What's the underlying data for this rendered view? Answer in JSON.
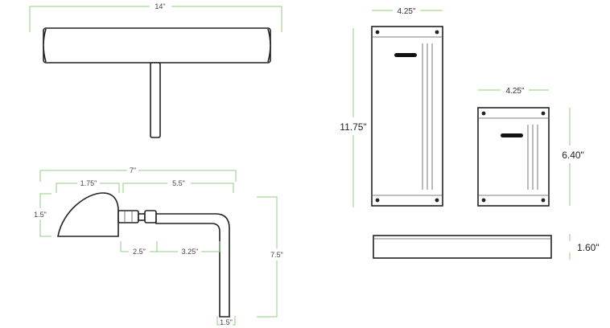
{
  "lamp_top": {
    "width_label": "14\""
  },
  "lamp_side": {
    "total_width_label": "7\"",
    "shade_width_label": "1.75\"",
    "arm_width_label": "5.5\"",
    "shade_height_label": "1.5\"",
    "collar_label": "2.5\"",
    "elbow_label": "3.25\"",
    "drop_height_label": "7.5\"",
    "post_label": "1.5\""
  },
  "base_large": {
    "width_label": "4.25\"",
    "height_label": "11.75\""
  },
  "base_small": {
    "width_label": "4.25\"",
    "height_label": "6.40\""
  },
  "base_profile": {
    "height_label": "1.60\""
  },
  "colors": {
    "dimension_line": "#8fd07f",
    "outline": "#222222"
  }
}
